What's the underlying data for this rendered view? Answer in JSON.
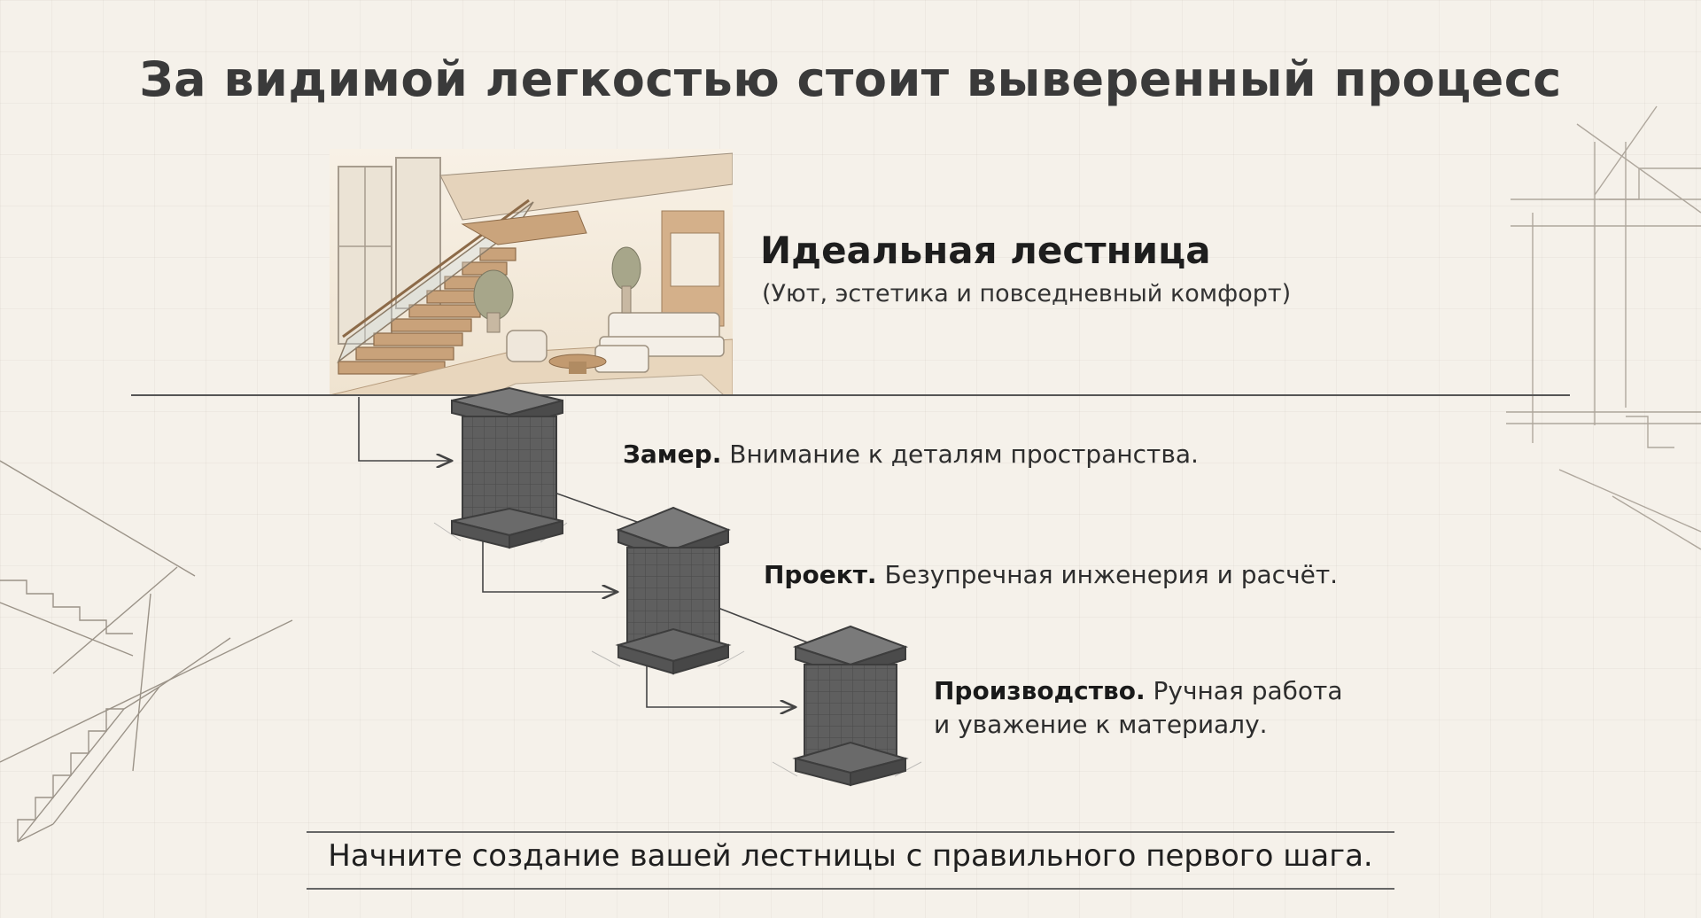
{
  "page": {
    "title": "За видимой легкостью стоит выверенный процесс"
  },
  "hero": {
    "title": "Идеальная лестница",
    "subtitle": "(Уют, эстетика и повседневный комфорт)"
  },
  "steps": [
    {
      "name": "Замер.",
      "description": "Внимание к деталям пространства."
    },
    {
      "name": "Проект.",
      "description": "Безупречная инженерия и расчёт."
    },
    {
      "name": "Производство.",
      "description_line1": "Ручная работа",
      "description_line2": "и уважение к материалу."
    }
  ],
  "footer": {
    "cta": "Начните создание вашей лестницы с правильного первого шага."
  },
  "colors": {
    "background": "#f5f1ea",
    "pillar": "#5e5e5e",
    "wood": "#c9a27a"
  }
}
